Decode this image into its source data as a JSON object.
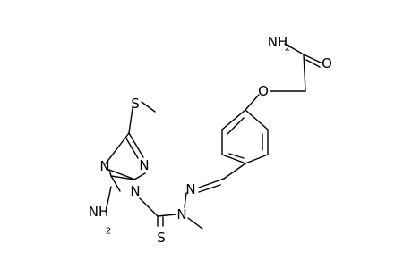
{
  "molecule": {
    "atoms": {
      "amide_n": "NH",
      "amide_n_h2": "2",
      "amide_o": "O",
      "ether_o": "O",
      "hydrazone_n1": "N",
      "hydrazone_n2": "N",
      "thione_s": "S",
      "thioether_s": "S",
      "ring_n1": "N",
      "ring_n2": "N",
      "ring_n4": "N",
      "amino_n": "NH",
      "amino_n_h2": "2"
    }
  }
}
